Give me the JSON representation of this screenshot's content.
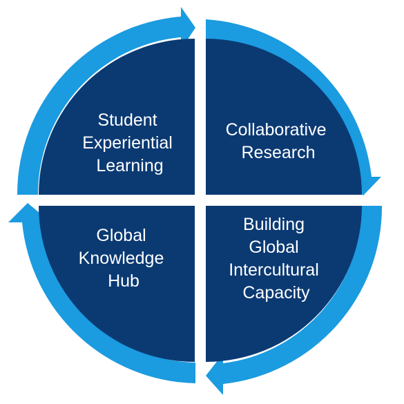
{
  "colors": {
    "quadrant_fill": "#0b3a73",
    "arrow_ring": "#1b9be0",
    "background": "#ffffff"
  },
  "quadrants": [
    {
      "position": "top-left",
      "lines": [
        "Student",
        "Experiential",
        "Learning"
      ]
    },
    {
      "position": "top-right",
      "lines": [
        "Collaborative",
        "Research"
      ]
    },
    {
      "position": "bottom-right",
      "lines": [
        "Building",
        "Global",
        "Intercultural",
        "Capacity"
      ]
    },
    {
      "position": "bottom-left",
      "lines": [
        "Global",
        "Knowledge",
        "Hub"
      ]
    }
  ],
  "arrow_direction": "clockwise"
}
